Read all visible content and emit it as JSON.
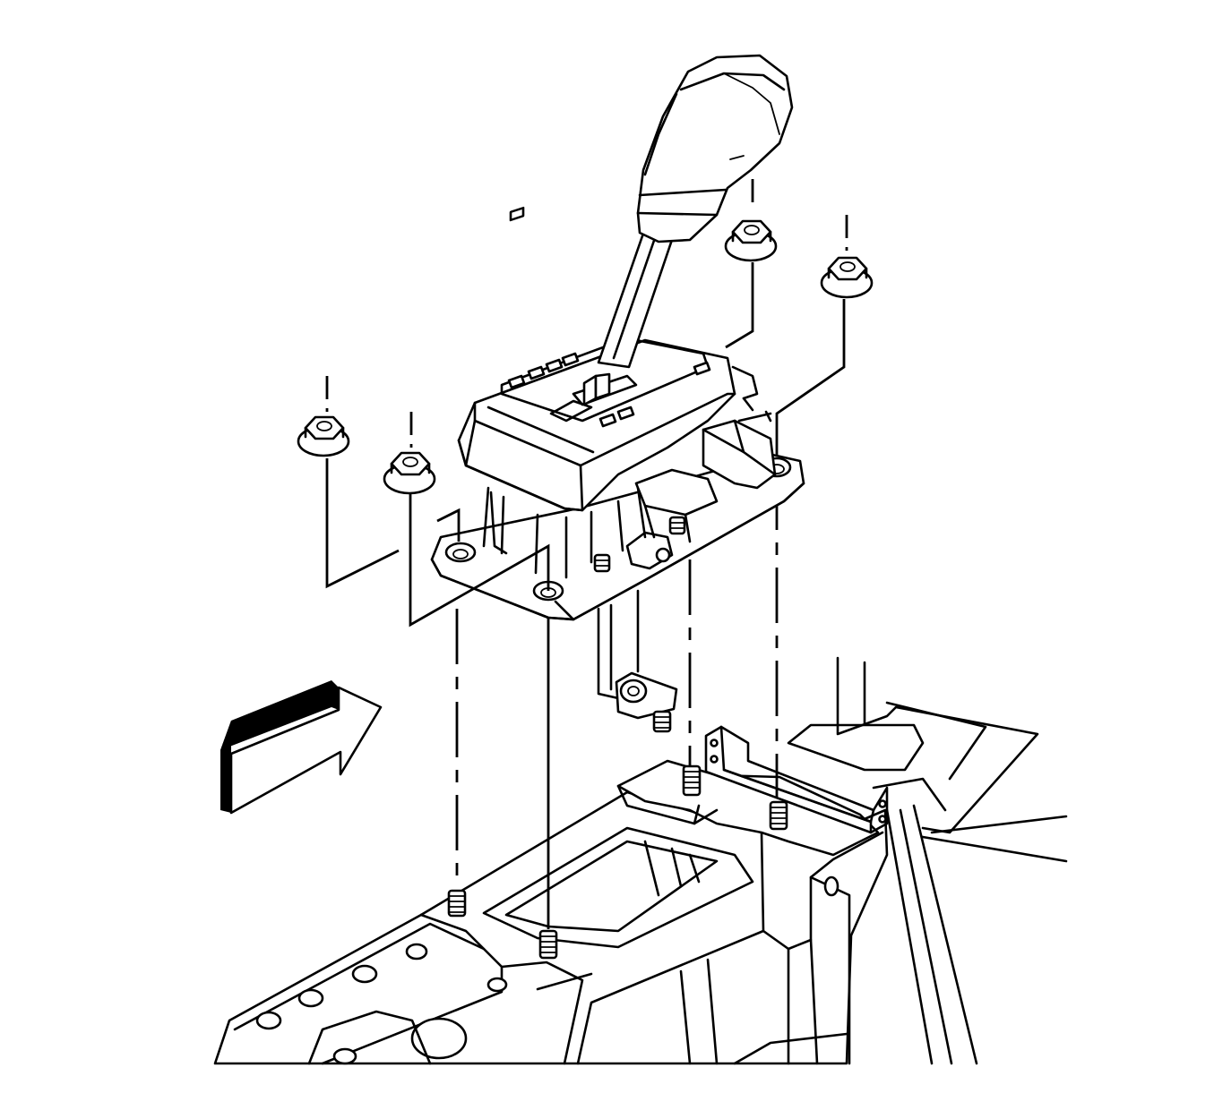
{
  "diagram": {
    "type": "exploded-assembly-line-drawing",
    "components": [
      "shift-knob",
      "shift-lever",
      "shifter-housing",
      "shifter-base-plate",
      "flange-nut-front-left",
      "flange-nut-front-center",
      "flange-nut-rear-left",
      "flange-nut-rear-right",
      "mounting-stud",
      "floor-bracket",
      "vehicle-floor-structure",
      "front-direction-arrow"
    ],
    "colors": {
      "ink": "#000000",
      "paper": "#ffffff"
    }
  }
}
